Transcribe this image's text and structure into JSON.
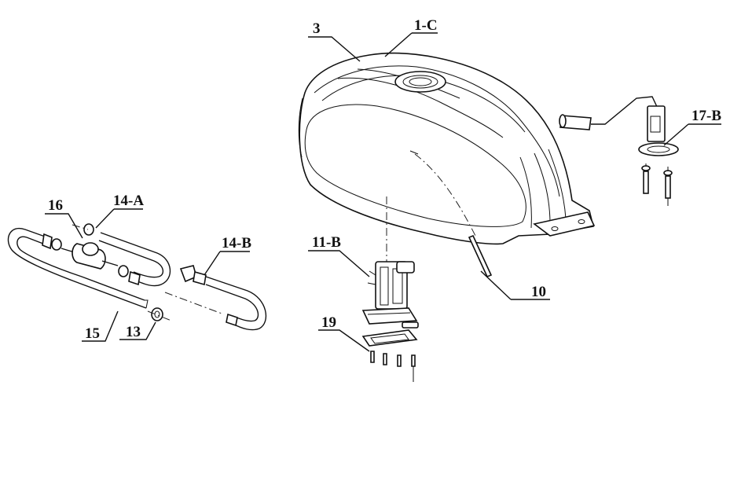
{
  "diagram": {
    "labels": {
      "l3": "3",
      "l1c": "1-C",
      "l17b": "17-B",
      "l16": "16",
      "l14a": "14-A",
      "l14b": "14-B",
      "l11b": "11-B",
      "l10": "10",
      "l19": "19",
      "l15": "15",
      "l13": "13"
    }
  }
}
